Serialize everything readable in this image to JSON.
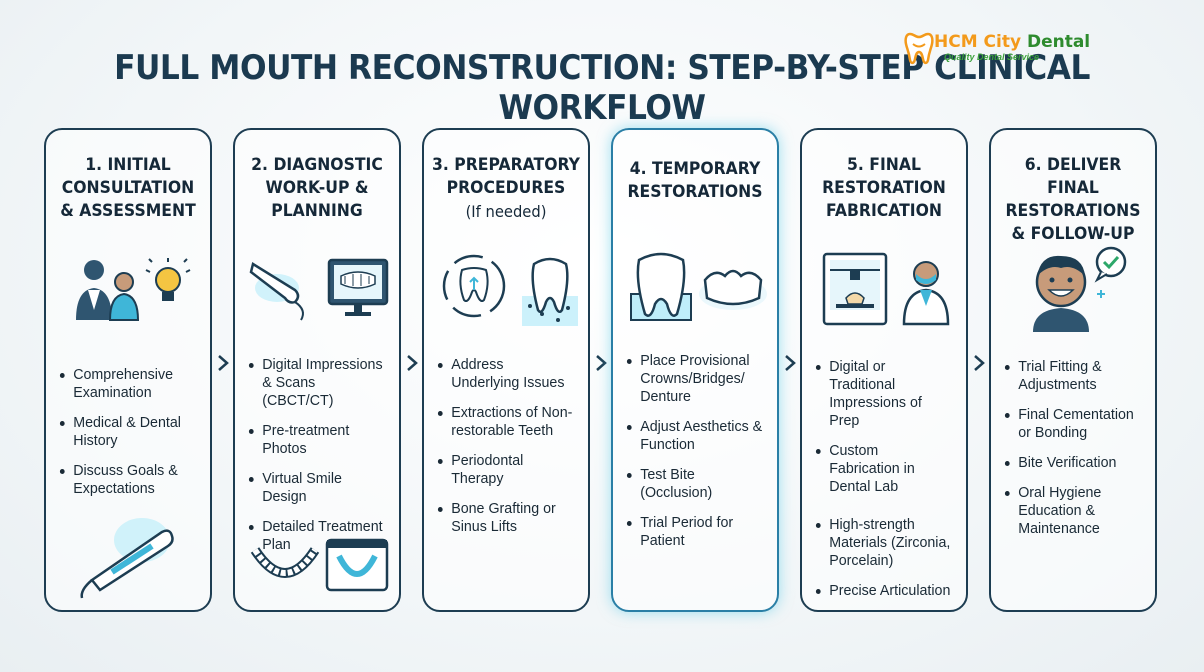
{
  "title": "FULL MOUTH RECONSTRUCTION: STEP-BY-STEP CLINICAL WORKFLOW",
  "brand": {
    "name_part1": "HCM City ",
    "name_part2": "Dental",
    "tagline": "Quality Dental Service"
  },
  "colors": {
    "navy": "#1b3a50",
    "accent_blue": "#3fb6d8",
    "brand_orange": "#f39a1b",
    "brand_green": "#2e8b2e"
  },
  "steps": [
    {
      "title_lines": [
        "1. INITIAL",
        "CONSULTATION",
        "& ASSESSMENT"
      ],
      "icons": [
        "patient-doctor-icon",
        "lightbulb-icon",
        "intraoral-scanner-icon"
      ],
      "items": [
        "Comprehensive Examination",
        "Medical & Dental History",
        "Discuss Goals & Expectations"
      ]
    },
    {
      "title_lines": [
        "2. DIAGNOSTIC",
        "WORK-UP &",
        "PLANNING"
      ],
      "icons": [
        "scanner-wand-icon",
        "monitor-scan-icon",
        "dental-arch-icon",
        "arch-scan-icon"
      ],
      "items": [
        "Digital Impressions & Scans (CBCT/CT)",
        "Pre-treatment Photos",
        "Virtual Smile Design",
        "Detailed Treatment Plan"
      ]
    },
    {
      "title_lines": [
        "3. PREPARATORY",
        "PROCEDURES"
      ],
      "subtitle": "(If needed)",
      "icons": [
        "tooth-cycle-icon",
        "tooth-implant-graft-icon"
      ],
      "items": [
        "Address Underlying Issues",
        "Extractions of Non-restorable Teeth",
        "Periodontal Therapy",
        "Bone Grafting or Sinus Lifts"
      ]
    },
    {
      "title_lines": [
        "4. TEMPORARY",
        "RESTORATIONS"
      ],
      "icons": [
        "tooth-gum-icon",
        "crown-icon"
      ],
      "items": [
        "Place Provisional Crowns/Bridges/ Denture",
        "Adjust Aesthetics & Function",
        "Test Bite (Occlusion)",
        "Trial Period for Patient"
      ]
    },
    {
      "title_lines": [
        "5. FINAL",
        "RESTORATION",
        "FABRICATION"
      ],
      "icons": [
        "printer-3d-icon",
        "technician-icon"
      ],
      "items": [
        "Digital or Traditional Impressions of Prep",
        "Custom Fabrication in Dental Lab",
        "High-strength Materials (Zirconia, Porcelain)",
        "Precise Articulation"
      ]
    },
    {
      "title_lines": [
        "6. DELIVER FINAL",
        "RESTORATIONS",
        "& FOLLOW-UP"
      ],
      "icons": [
        "smiling-patient-icon",
        "check-bubble-icon"
      ],
      "items": [
        "Trial Fitting & Adjustments",
        "Final Cementation or Bonding",
        "Bite Verification",
        "Oral Hygiene Education & Maintenance"
      ]
    }
  ]
}
